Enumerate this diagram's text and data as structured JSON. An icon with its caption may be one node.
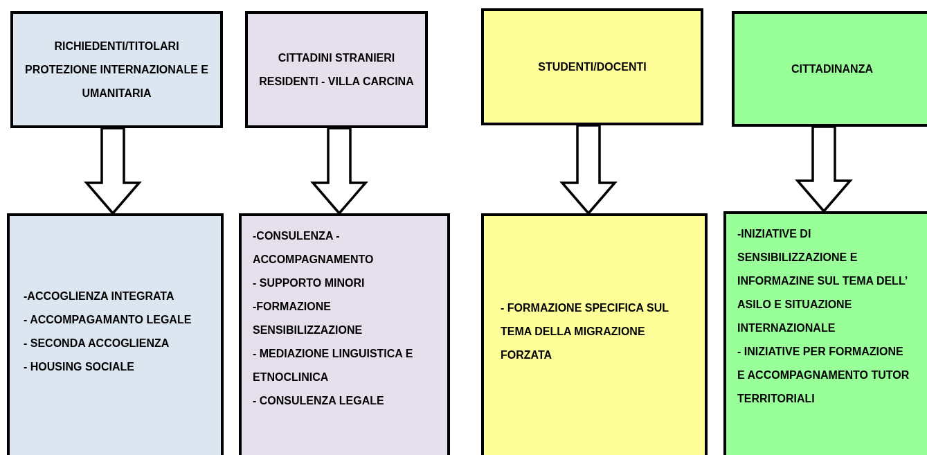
{
  "diagram": {
    "nodes": [
      {
        "text": [
          "RICHIEDENTI/TITOLARI PROTEZIONE INTERNAZIONALE E UMANITARIA"
        ]
      },
      {
        "text": [
          "CITTADINI STRANIERI RESIDENTI - VILLA CARCINA"
        ]
      },
      {
        "text": [
          "STUDENTI/DOCENTI"
        ]
      },
      {
        "text": [
          "CITTADINANZA"
        ]
      },
      {
        "text": [
          "-ACCOGLIENZA INTEGRATA",
          "- ACCOMPAGAMANTO LEGALE",
          "- SECONDA ACCOGLIENZA",
          "- HOUSING SOCIALE"
        ]
      },
      {
        "text": [
          "-CONSULENZA - ACCOMPAGNAMENTO",
          "- SUPPORTO MINORI",
          "-FORMAZIONE SENSIBILIZZAZIONE",
          "- MEDIAZIONE LINGUISTICA E ETNOCLINICA",
          "- CONSULENZA LEGALE"
        ]
      },
      {
        "text": [
          "- FORMAZIONE SPECIFICA SUL TEMA DELLA MIGRAZIONE FORZATA"
        ]
      },
      {
        "text": [
          "-INIZIATIVE DI SENSIBILIZZAZIONE E INFORMAZINE SUL TEMA DELL’ ASILO E SITUAZIONE INTERNAZIONALE",
          "- INIZIATIVE PER FORMAZIONE E ACCOMPAGNAMENTO TUTOR TERRITORIALI"
        ]
      }
    ],
    "edges": [
      {
        "from": 0,
        "to": 4,
        "arrow": "to"
      },
      {
        "from": 1,
        "to": 5,
        "arrow": "to"
      },
      {
        "from": 2,
        "to": 6,
        "arrow": "to"
      },
      {
        "from": 3,
        "to": 7,
        "arrow": "to"
      }
    ]
  }
}
